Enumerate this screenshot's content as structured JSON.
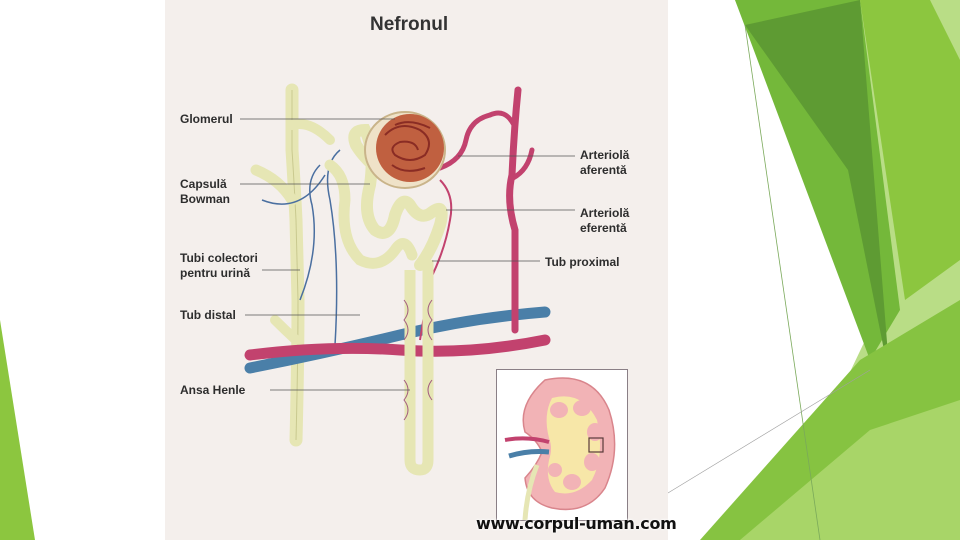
{
  "figure": {
    "title": "Nefronul",
    "watermark": "www.corpul-uman.com"
  },
  "labels": {
    "glomerul": "Glomerul",
    "capsula_1": "Capsulă",
    "capsula_2": "Bowman",
    "tubi_1": "Tubi colectori",
    "tubi_2": "pentru urină",
    "tub_distal": "Tub distal",
    "ansa_henle": "Ansa Henle",
    "arteriola_aferenta_1": "Arteriolă",
    "arteriola_aferenta_2": "aferentă",
    "arteriola_eferenta_1": "Arteriolă",
    "arteriola_eferenta_2": "eferentă",
    "tub_proximal": "Tub proximal"
  },
  "colors": {
    "artery": "#c2426e",
    "vein": "#4a7fa8",
    "tubule": "#e6e6b4",
    "glomerulus": "#c06040",
    "accent_dark_green": "#4e8c2c",
    "accent_green": "#74b83a",
    "accent_light_green": "#a4d266"
  }
}
